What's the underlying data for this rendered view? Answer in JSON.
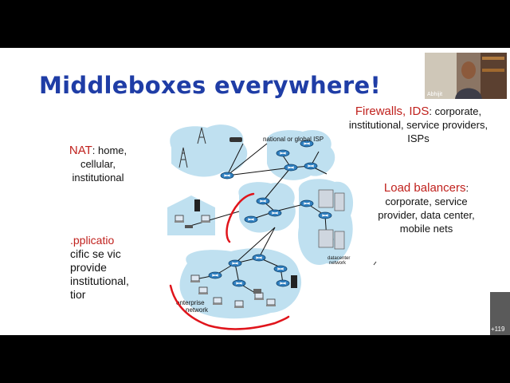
{
  "slide": {
    "title": "Middleboxes everywhere!",
    "nat": {
      "label": "NAT",
      "text_lines": [
        ": home,",
        "cellular,",
        "institutional"
      ]
    },
    "firewalls": {
      "label": "Firewalls, IDS",
      "text_lines": [
        ": corporate,",
        "institutional, service providers,",
        "ISPs"
      ]
    },
    "load_balancers": {
      "label": "Load balancers",
      "text_lines": [
        ":",
        "corporate, service",
        "provider, data center,",
        "mobile nets"
      ]
    },
    "faded_text_lines": [
      ".pplicatio",
      "cific se vic",
      "provide",
      "institutional,",
      "tior"
    ],
    "diagram": {
      "isp_label": "national or global ISP",
      "datacenter_label": "datacenter\nnetwork",
      "enterprise_label_1": "enterprise",
      "enterprise_label_2": "network"
    }
  },
  "video": {
    "participant_name": "Abhijit"
  },
  "participants_count": "+119",
  "colors": {
    "title": "#1f3da6",
    "accent_red": "#c0211d",
    "cloud": "#bfe0f0",
    "ink_red": "#e0141b"
  }
}
